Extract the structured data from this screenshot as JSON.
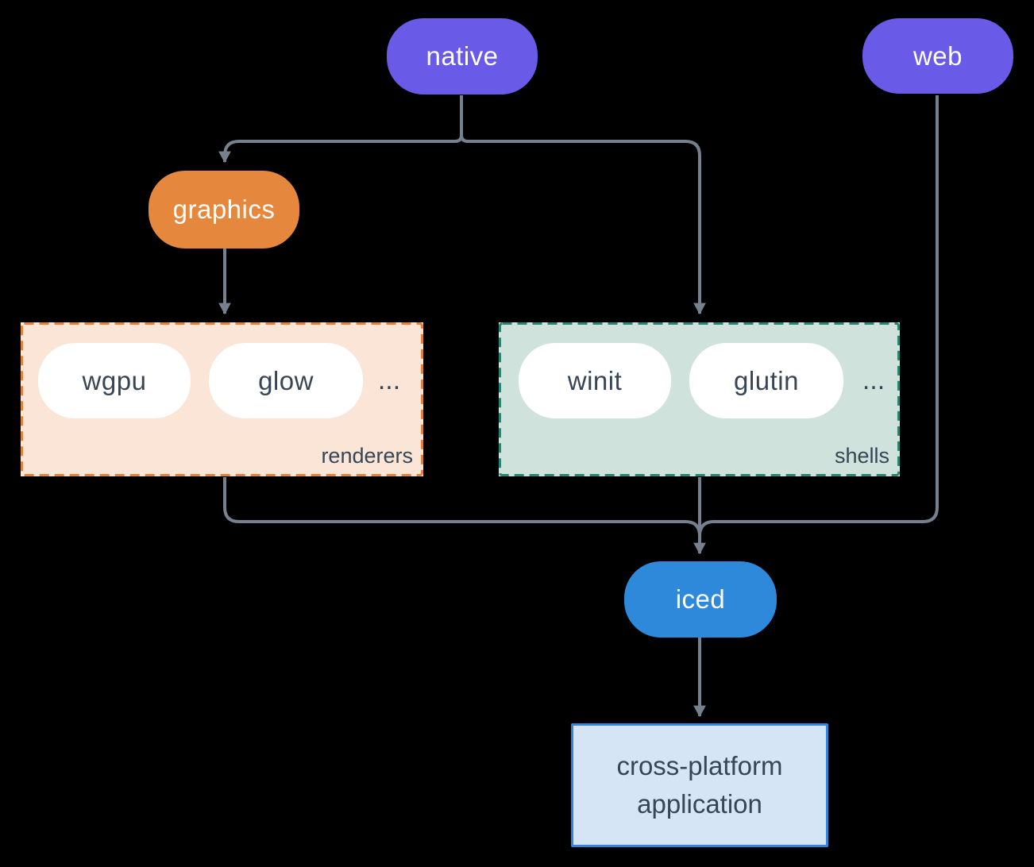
{
  "diagram": {
    "background_color": "#000000",
    "connector_color": "#75818F",
    "nodes": {
      "native": {
        "label": "native",
        "fill": "#6A5AE8",
        "text_color": "#FFFFFF"
      },
      "web": {
        "label": "web",
        "fill": "#6A5AE8",
        "text_color": "#FFFFFF"
      },
      "graphics": {
        "label": "graphics",
        "fill": "#E5873D",
        "text_color": "#FFFFFF"
      },
      "iced": {
        "label": "iced",
        "fill": "#2E89DB",
        "text_color": "#FFFFFF"
      },
      "application": {
        "line1": "cross-platform",
        "line2": "application",
        "fill": "#D6E5F5",
        "border_color": "#3186D8",
        "text_color": "#374555"
      }
    },
    "groups": {
      "renderers": {
        "label": "renderers",
        "fill": "#FAE5D7",
        "border_color": "#E0813C",
        "items": [
          {
            "label": "wgpu"
          },
          {
            "label": "glow"
          }
        ],
        "ellipsis": "..."
      },
      "shells": {
        "label": "shells",
        "fill": "#D0E2DC",
        "border_color": "#2B8473",
        "items": [
          {
            "label": "winit"
          },
          {
            "label": "glutin"
          }
        ],
        "ellipsis": "..."
      }
    },
    "edges": [
      {
        "from": "native",
        "to": "graphics"
      },
      {
        "from": "native",
        "to": "shells"
      },
      {
        "from": "graphics",
        "to": "renderers"
      },
      {
        "from": "renderers",
        "to": "iced"
      },
      {
        "from": "shells",
        "to": "iced"
      },
      {
        "from": "web",
        "to": "iced"
      },
      {
        "from": "iced",
        "to": "application"
      }
    ]
  }
}
